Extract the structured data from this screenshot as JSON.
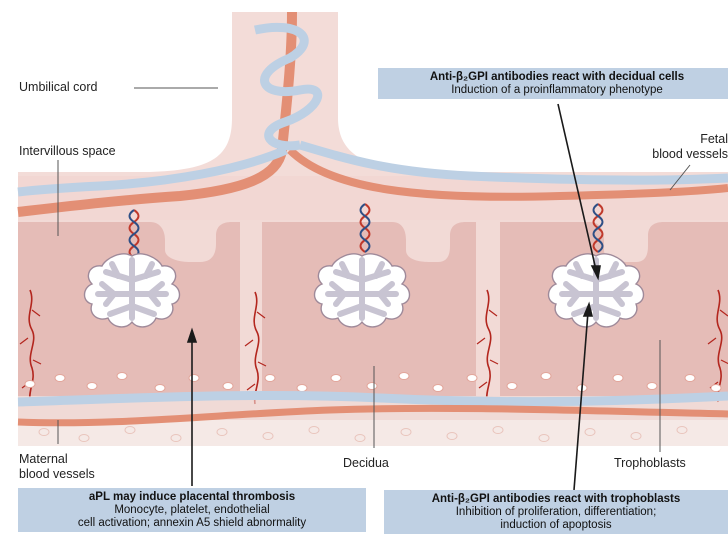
{
  "labels": {
    "umbilical_cord": "Umbilical cord",
    "intervillous_space": "Intervillous space",
    "fetal_line1": "Fetal",
    "fetal_line2": "blood vessels",
    "maternal_line1": "Maternal",
    "maternal_line2": "blood vessels",
    "decidua": "Decidua",
    "trophoblasts": "Trophoblasts"
  },
  "callouts": {
    "decidual": {
      "title": "Anti-β₂GPI antibodies react with decidual cells",
      "body": "Induction of a proinflammatory phenotype"
    },
    "thrombosis": {
      "title": "aPL may induce placental thrombosis",
      "line2": "Monocyte, platelet, endothelial",
      "line3": "cell activation; annexin A5 shield abnormality"
    },
    "trophoblast": {
      "title": "Anti-β₂GPI antibodies react with trophoblasts",
      "line2": "Inhibition of proliferation, differentiation;",
      "line3": "induction of apoptosis"
    }
  },
  "colors": {
    "tissue": "#f2d7d3",
    "decidua": "#e3b6b1",
    "artery": "#e38f75",
    "vein": "#bdd0e4",
    "callout_bg": "#bfd0e3",
    "maternal_vessel": "#b3261e"
  }
}
